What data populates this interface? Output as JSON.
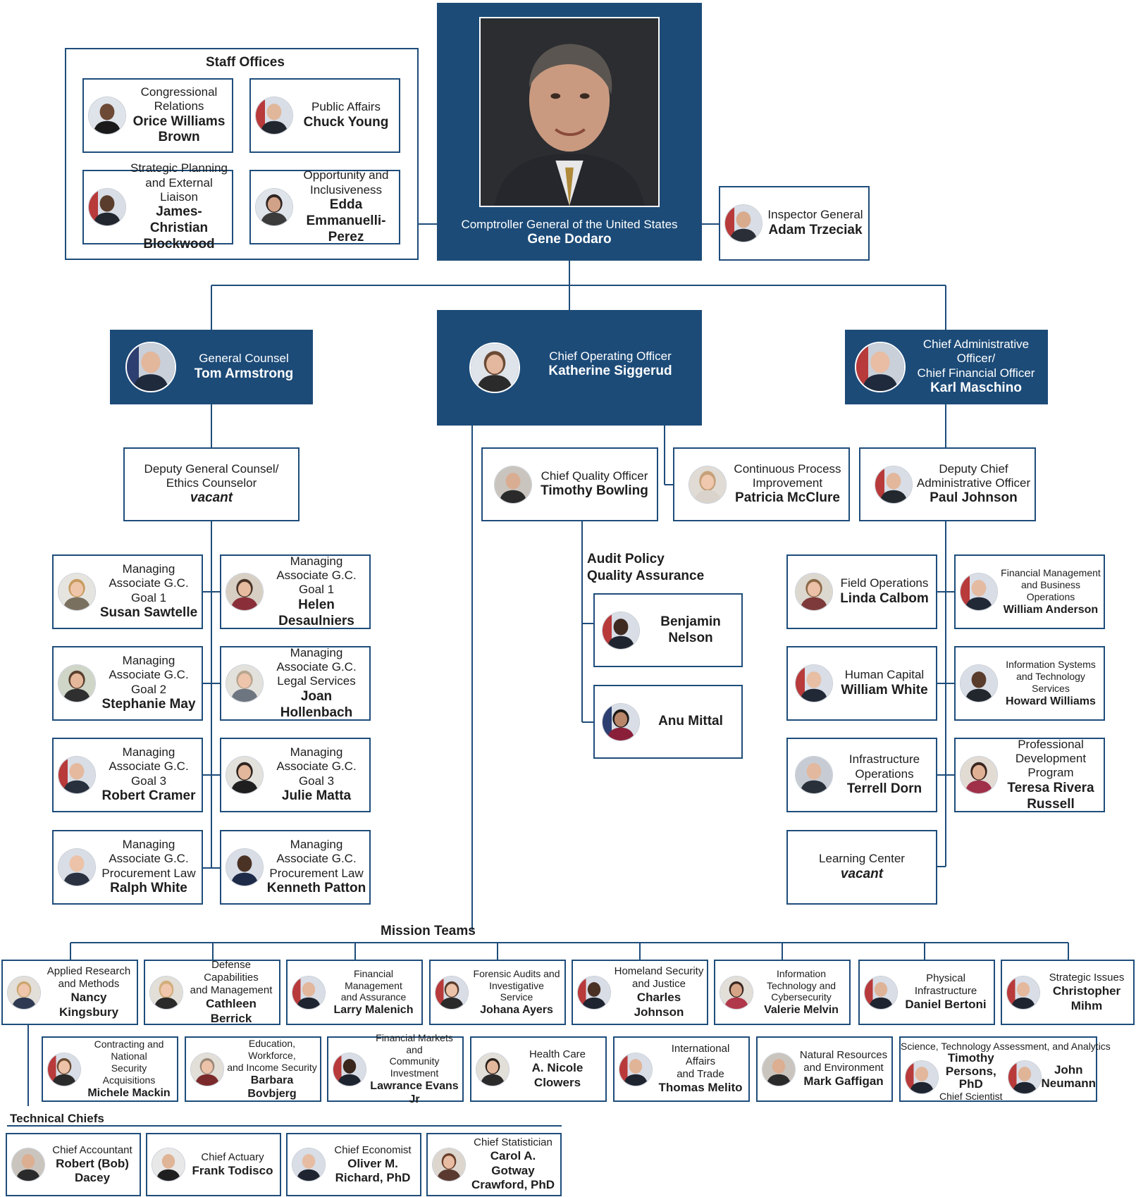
{
  "comptroller": {
    "title": "Comptroller General of the United States",
    "name": "Gene Dodaro"
  },
  "inspector": {
    "title": "Inspector General",
    "name": "Adam Trzeciak"
  },
  "staff_offices": {
    "header": "Staff Offices",
    "items": [
      {
        "title": "Congressional\nRelations",
        "name": "Orice Williams\nBrown"
      },
      {
        "title": "Public Affairs",
        "name": "Chuck Young"
      },
      {
        "title": "Strategic Planning\nand External Liaison",
        "name": "James-Christian\nBlockwood"
      },
      {
        "title": "Opportunity and\nInclusiveness",
        "name": "Edda\nEmmanuelli-Perez"
      }
    ]
  },
  "general_counsel": {
    "title": "General Counsel",
    "name": "Tom Armstrong"
  },
  "coo": {
    "title": "Chief Operating Officer",
    "name": "Katherine Siggerud"
  },
  "cao": {
    "title": "Chief Administrative Officer/\nChief Financial Officer",
    "name": "Karl Maschino"
  },
  "deputy_gc": {
    "title": "Deputy General Counsel/\nEthics Counselor",
    "name": "vacant"
  },
  "magc": [
    {
      "title": "Managing Associate G.C.\nGoal 1",
      "name": "Susan Sawtelle"
    },
    {
      "title": "Managing Associate G.C.\nGoal 1",
      "name": "Helen Desaulniers"
    },
    {
      "title": "Managing Associate G.C.\nGoal 2",
      "name": "Stephanie May"
    },
    {
      "title": "Managing Associate G.C.\nLegal Services",
      "name": "Joan Hollenbach"
    },
    {
      "title": "Managing Associate G.C.\nGoal 3",
      "name": "Robert Cramer"
    },
    {
      "title": "Managing Associate G.C.\nGoal 3",
      "name": "Julie Matta"
    },
    {
      "title": "Managing Associate G.C.\nProcurement Law",
      "name": "Ralph White"
    },
    {
      "title": "Managing Associate G.C.\nProcurement Law",
      "name": "Kenneth Patton"
    }
  ],
  "cqo": {
    "title": "Chief Quality Officer",
    "name": "Timothy Bowling"
  },
  "cpi": {
    "title": "Continuous Process\nImprovement",
    "name": "Patricia McClure"
  },
  "audit_policy": {
    "header": "Audit Policy\nQuality Assurance",
    "items": [
      {
        "name": "Benjamin Nelson"
      },
      {
        "name": "Anu Mittal"
      }
    ]
  },
  "deputy_cao": {
    "title": "Deputy Chief\nAdministrative Officer",
    "name": "Paul Johnson"
  },
  "admin_units": [
    {
      "title": "Field Operations",
      "name": "Linda Calbom"
    },
    {
      "title": "Financial Management\nand Business\nOperations",
      "name": "William Anderson"
    },
    {
      "title": "Human Capital",
      "name": "William White"
    },
    {
      "title": "Information Systems\nand Technology\nServices",
      "name": "Howard Williams"
    },
    {
      "title": "Infrastructure\nOperations",
      "name": "Terrell Dorn"
    },
    {
      "title": "Professional\nDevelopment Program",
      "name": "Teresa Rivera\nRussell"
    },
    {
      "title": "Learning Center",
      "name": "vacant"
    }
  ],
  "mission_teams": {
    "header": "Mission Teams",
    "row1": [
      {
        "title": "Applied Research\nand Methods",
        "name": "Nancy Kingsbury"
      },
      {
        "title": "Defense Capabilities\nand Management",
        "name": "Cathleen Berrick"
      },
      {
        "title": "Financial Management\nand Assurance",
        "name": "Larry Malenich"
      },
      {
        "title": "Forensic Audits and\nInvestigative Service",
        "name": "Johana Ayers"
      },
      {
        "title": "Homeland Security\nand Justice",
        "name": "Charles Johnson"
      },
      {
        "title": "Information\nTechnology and\nCybersecurity",
        "name": "Valerie Melvin"
      },
      {
        "title": "Physical\nInfrastructure",
        "name": "Daniel Bertoni"
      },
      {
        "title": "Strategic Issues",
        "name": "Christopher Mihm"
      }
    ],
    "row2": [
      {
        "title": "Contracting and National\nSecurity Acquisitions",
        "name": "Michele Mackin"
      },
      {
        "title": "Education, Workforce,\nand Income Security",
        "name": "Barbara Bovbjerg"
      },
      {
        "title": "Financial Markets and\nCommunity Investment",
        "name": "Lawrance Evans Jr"
      },
      {
        "title": "Health Care",
        "name": "A. Nicole Clowers"
      },
      {
        "title": "International Affairs\nand Trade",
        "name": "Thomas Melito"
      },
      {
        "title": "Natural Resources\nand Environment",
        "name": "Mark Gaffigan"
      }
    ],
    "stаa": {
      "title": "Science, Technology Assessment, and Analytics",
      "person1": {
        "name": "Timothy\nPersons, PhD",
        "subtitle": "Chief Scientist"
      },
      "person2": {
        "name": "John\nNeumann"
      }
    }
  },
  "technical_chiefs": {
    "header": "Technical Chiefs",
    "items": [
      {
        "title": "Chief Accountant",
        "name": "Robert (Bob)\nDacey"
      },
      {
        "title": "Chief Actuary",
        "name": "Frank Todisco"
      },
      {
        "title": "Chief Economist",
        "name": "Oliver M.\nRichard, PhD"
      },
      {
        "title": "Chief Statistician",
        "name": "Carol A. Gotway\nCrawford, PhD"
      }
    ]
  }
}
